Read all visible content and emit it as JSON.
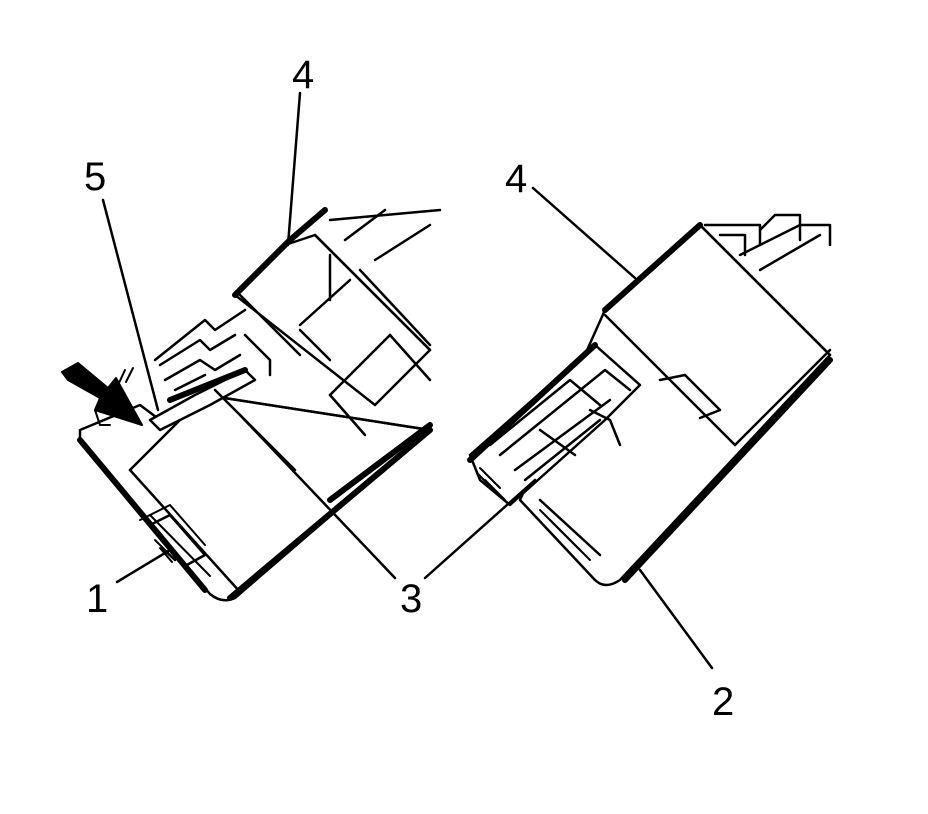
{
  "diagram": {
    "callouts": [
      {
        "id": "1",
        "label": "1"
      },
      {
        "id": "2",
        "label": "2"
      },
      {
        "id": "3",
        "label": "3"
      },
      {
        "id": "4a",
        "label": "4"
      },
      {
        "id": "4b",
        "label": "4"
      },
      {
        "id": "5",
        "label": "5"
      }
    ],
    "colors": {
      "ink": "#000000",
      "paper": "#ffffff"
    },
    "icons": {
      "direction_arrow": "arrow-right-down-icon"
    }
  }
}
